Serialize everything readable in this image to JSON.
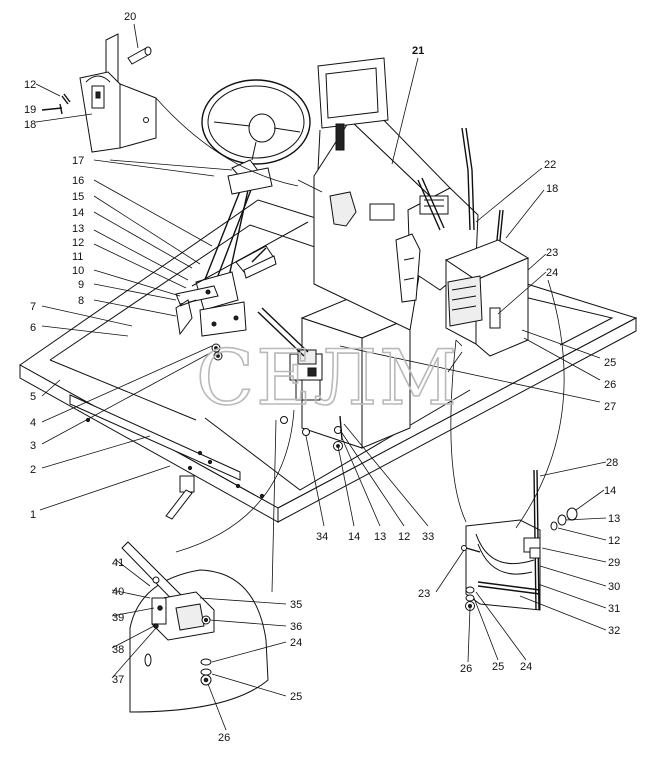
{
  "diagram": {
    "callouts": {
      "c1": "1",
      "c2": "2",
      "c3": "3",
      "c4": "4",
      "c5": "5",
      "c6": "6",
      "c7": "7",
      "c8": "8",
      "c9": "9",
      "c10": "10",
      "c11": "11",
      "c12": "12",
      "c13": "13",
      "c14": "14",
      "c15": "15",
      "c16": "16",
      "c17": "17",
      "c18": "18",
      "c19": "19",
      "c20": "20",
      "c21": "21",
      "c22": "22",
      "c23": "23",
      "c24": "24",
      "c25": "25",
      "c26": "26",
      "c27": "27",
      "c28": "28",
      "c29": "29",
      "c30": "30",
      "c31": "31",
      "c32": "32",
      "c33": "33",
      "c34": "34",
      "c35": "35",
      "c36": "36",
      "c37": "37",
      "c38": "38",
      "c39": "39",
      "c40": "40",
      "c41": "41"
    },
    "watermark": "СЕЛМ"
  }
}
